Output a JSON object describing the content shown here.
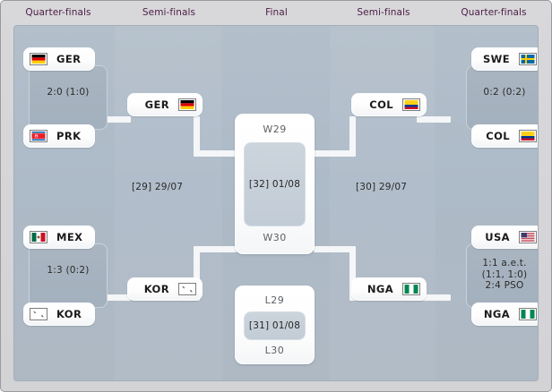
{
  "header": {
    "rounds": [
      {
        "label": "Quarter-finals"
      },
      {
        "label": "Semi-finals"
      },
      {
        "label": "Final"
      },
      {
        "label": "Semi-finals"
      },
      {
        "label": "Quarter-finals"
      }
    ]
  },
  "colors": {
    "field_bg": "#aebac6",
    "page_bg": "#d6d5d7",
    "connector": "#f4f6f8",
    "header_text": "#4a1d47",
    "score_text": "#2a2a2a",
    "slot_text": "#5d6166"
  },
  "quarterfinals_left": [
    {
      "id": "qf-left-top",
      "top_team": {
        "code": "GER",
        "flag": "germany-flag"
      },
      "bottom_team": {
        "code": "PRK",
        "flag": "north-korea-flag"
      },
      "score_lines": [
        "2:0 (1:0)"
      ]
    },
    {
      "id": "qf-left-bottom",
      "top_team": {
        "code": "MEX",
        "flag": "mexico-flag"
      },
      "bottom_team": {
        "code": "KOR",
        "flag": "south-korea-flag"
      },
      "score_lines": [
        "1:3 (0:2)"
      ]
    }
  ],
  "quarterfinals_right": [
    {
      "id": "qf-right-top",
      "top_team": {
        "code": "SWE",
        "flag": "sweden-flag"
      },
      "bottom_team": {
        "code": "COL",
        "flag": "colombia-flag"
      },
      "score_lines": [
        "0:2 (0:2)"
      ]
    },
    {
      "id": "qf-right-bottom",
      "top_team": {
        "code": "USA",
        "flag": "usa-flag"
      },
      "bottom_team": {
        "code": "NGA",
        "flag": "nigeria-flag"
      },
      "score_lines": [
        "1:1 a.e.t.",
        "(1:1, 1:0)",
        "2:4 PSO"
      ]
    }
  ],
  "semifinals_left": [
    {
      "id": "sf-left-top",
      "team": {
        "code": "GER",
        "flag": "germany-flag"
      }
    },
    {
      "id": "sf-left-bottom",
      "team": {
        "code": "KOR",
        "flag": "south-korea-flag"
      }
    }
  ],
  "semifinals_right": [
    {
      "id": "sf-right-top",
      "team": {
        "code": "COL",
        "flag": "colombia-flag"
      }
    },
    {
      "id": "sf-right-bottom",
      "team": {
        "code": "NGA",
        "flag": "nigeria-flag"
      }
    }
  ],
  "semifinal_meta": {
    "left": "[29] 29/07",
    "right": "[30] 29/07"
  },
  "final": {
    "top_slot": "W29",
    "bottom_slot": "W30",
    "meta": "[32] 01/08"
  },
  "third_place": {
    "top_slot": "L29",
    "bottom_slot": "L30",
    "meta": "[31] 01/08"
  }
}
